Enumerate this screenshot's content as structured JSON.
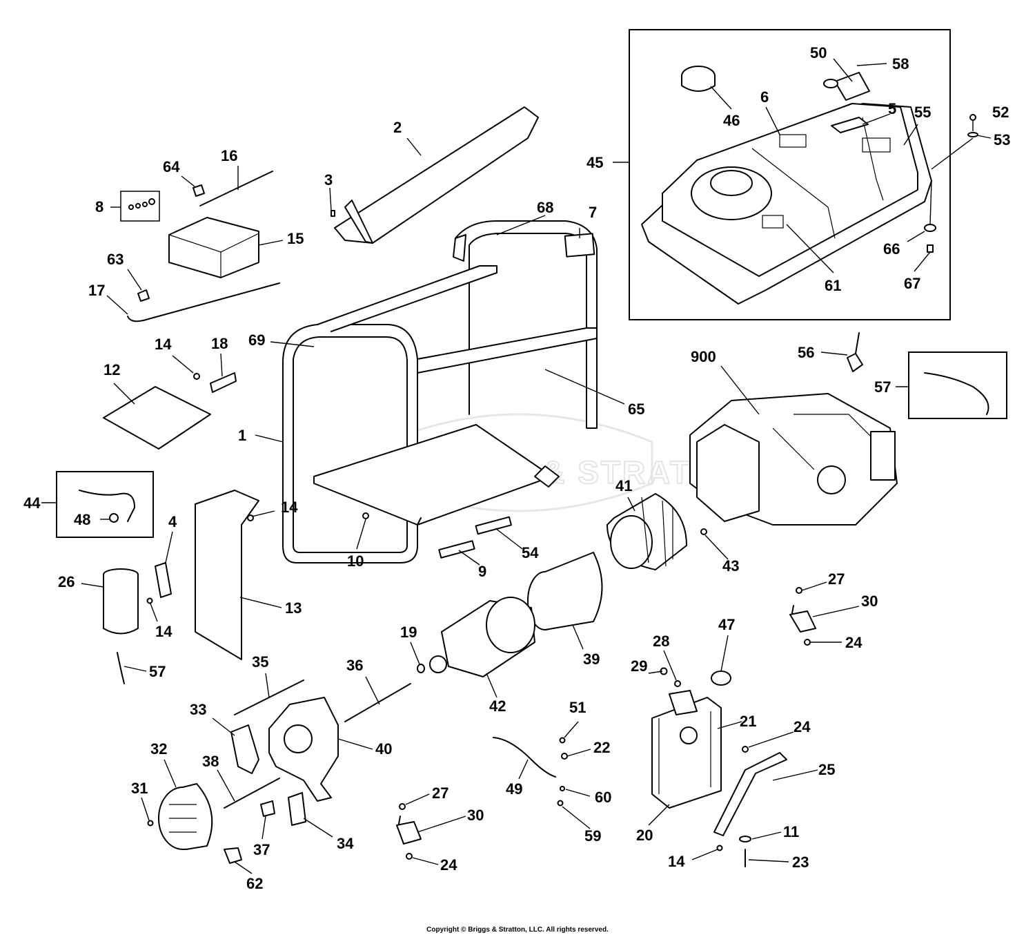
{
  "diagram": {
    "watermark": "BRIGGS & STRATTON",
    "copyright": "Copyright © Briggs & Stratton, LLC. All rights reserved.",
    "callouts": [
      {
        "id": "c1",
        "label": "1"
      },
      {
        "id": "c2",
        "label": "2"
      },
      {
        "id": "c3",
        "label": "3"
      },
      {
        "id": "c4",
        "label": "4"
      },
      {
        "id": "c5",
        "label": "5"
      },
      {
        "id": "c6",
        "label": "6"
      },
      {
        "id": "c7",
        "label": "7"
      },
      {
        "id": "c8",
        "label": "8"
      },
      {
        "id": "c9",
        "label": "9"
      },
      {
        "id": "c10",
        "label": "10"
      },
      {
        "id": "c11",
        "label": "11"
      },
      {
        "id": "c12",
        "label": "12"
      },
      {
        "id": "c13",
        "label": "13"
      },
      {
        "id": "c14a",
        "label": "14"
      },
      {
        "id": "c14b",
        "label": "14"
      },
      {
        "id": "c14c",
        "label": "14"
      },
      {
        "id": "c14d",
        "label": "14"
      },
      {
        "id": "c15",
        "label": "15"
      },
      {
        "id": "c16",
        "label": "16"
      },
      {
        "id": "c17",
        "label": "17"
      },
      {
        "id": "c18",
        "label": "18"
      },
      {
        "id": "c19",
        "label": "19"
      },
      {
        "id": "c20",
        "label": "20"
      },
      {
        "id": "c21",
        "label": "21"
      },
      {
        "id": "c22",
        "label": "22"
      },
      {
        "id": "c23",
        "label": "23"
      },
      {
        "id": "c24a",
        "label": "24"
      },
      {
        "id": "c24b",
        "label": "24"
      },
      {
        "id": "c24c",
        "label": "24"
      },
      {
        "id": "c25",
        "label": "25"
      },
      {
        "id": "c26",
        "label": "26"
      },
      {
        "id": "c27a",
        "label": "27"
      },
      {
        "id": "c27b",
        "label": "27"
      },
      {
        "id": "c28",
        "label": "28"
      },
      {
        "id": "c29",
        "label": "29"
      },
      {
        "id": "c30a",
        "label": "30"
      },
      {
        "id": "c30b",
        "label": "30"
      },
      {
        "id": "c31",
        "label": "31"
      },
      {
        "id": "c32",
        "label": "32"
      },
      {
        "id": "c33",
        "label": "33"
      },
      {
        "id": "c34",
        "label": "34"
      },
      {
        "id": "c35",
        "label": "35"
      },
      {
        "id": "c36",
        "label": "36"
      },
      {
        "id": "c37",
        "label": "37"
      },
      {
        "id": "c38",
        "label": "38"
      },
      {
        "id": "c39",
        "label": "39"
      },
      {
        "id": "c40",
        "label": "40"
      },
      {
        "id": "c41",
        "label": "41"
      },
      {
        "id": "c42",
        "label": "42"
      },
      {
        "id": "c43",
        "label": "43"
      },
      {
        "id": "c44",
        "label": "44"
      },
      {
        "id": "c45",
        "label": "45"
      },
      {
        "id": "c46",
        "label": "46"
      },
      {
        "id": "c47",
        "label": "47"
      },
      {
        "id": "c48",
        "label": "48"
      },
      {
        "id": "c49",
        "label": "49"
      },
      {
        "id": "c50",
        "label": "50"
      },
      {
        "id": "c51",
        "label": "51"
      },
      {
        "id": "c52",
        "label": "52"
      },
      {
        "id": "c53",
        "label": "53"
      },
      {
        "id": "c54",
        "label": "54"
      },
      {
        "id": "c55",
        "label": "55"
      },
      {
        "id": "c56",
        "label": "56"
      },
      {
        "id": "c57a",
        "label": "57"
      },
      {
        "id": "c57b",
        "label": "57"
      },
      {
        "id": "c58",
        "label": "58"
      },
      {
        "id": "c59",
        "label": "59"
      },
      {
        "id": "c60",
        "label": "60"
      },
      {
        "id": "c61",
        "label": "61"
      },
      {
        "id": "c62",
        "label": "62"
      },
      {
        "id": "c63",
        "label": "63"
      },
      {
        "id": "c64",
        "label": "64"
      },
      {
        "id": "c65",
        "label": "65"
      },
      {
        "id": "c66",
        "label": "66"
      },
      {
        "id": "c67",
        "label": "67"
      },
      {
        "id": "c68",
        "label": "68"
      },
      {
        "id": "c69",
        "label": "69"
      },
      {
        "id": "c900",
        "label": "900"
      }
    ]
  }
}
